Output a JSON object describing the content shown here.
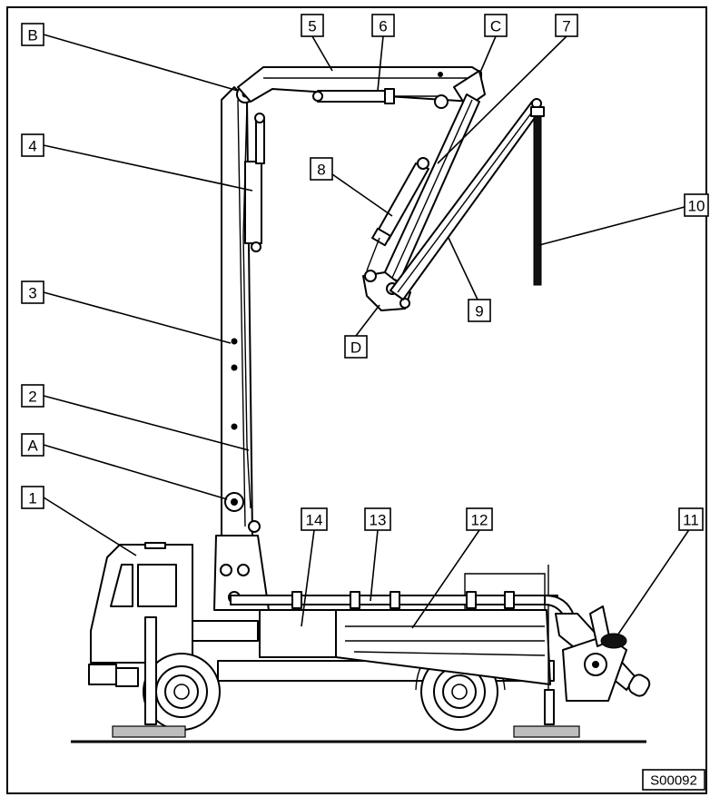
{
  "diagram": {
    "labels": {
      "A": "A",
      "B": "B",
      "C": "C",
      "D": "D",
      "n1": "1",
      "n2": "2",
      "n3": "3",
      "n4": "4",
      "n5": "5",
      "n6": "6",
      "n7": "7",
      "n8": "8",
      "n9": "9",
      "n10": "10",
      "n11": "11",
      "n12": "12",
      "n13": "13",
      "n14": "14"
    },
    "figure_code": "S00092"
  }
}
